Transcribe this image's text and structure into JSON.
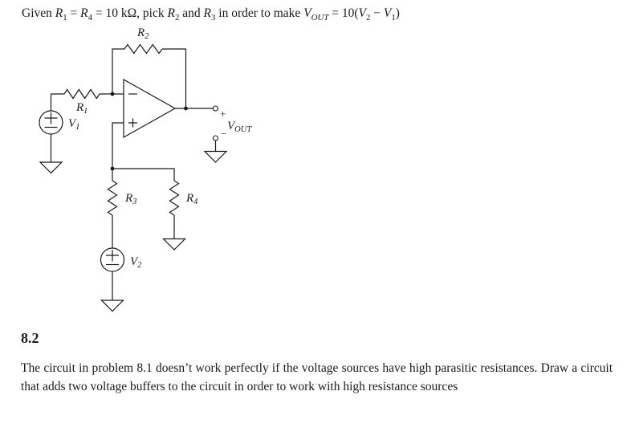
{
  "page": {
    "background": "#ffffff",
    "ink": "#1a1a1a"
  },
  "problem": {
    "prompt": [
      {
        "t": "Given "
      },
      {
        "t": "R",
        "i": true
      },
      {
        "t": "1",
        "sub": true
      },
      {
        "t": " = "
      },
      {
        "t": "R",
        "i": true
      },
      {
        "t": "4",
        "sub": true
      },
      {
        "t": " = 10 kΩ, pick "
      },
      {
        "t": "R",
        "i": true
      },
      {
        "t": "2",
        "sub": true
      },
      {
        "t": " and "
      },
      {
        "t": "R",
        "i": true
      },
      {
        "t": "3",
        "sub": true
      },
      {
        "t": " in order to make "
      },
      {
        "t": "V",
        "i": true
      },
      {
        "t": "OUT",
        "sub": true,
        "i": true
      },
      {
        "t": " = 10("
      },
      {
        "t": "V",
        "i": true
      },
      {
        "t": "2",
        "sub": true
      },
      {
        "t": " − "
      },
      {
        "t": "V",
        "i": true
      },
      {
        "t": "1",
        "sub": true
      },
      {
        "t": ")"
      }
    ]
  },
  "circuit": {
    "resistors": {
      "r1": {
        "base": "R",
        "sub": "1"
      },
      "r2": {
        "base": "R",
        "sub": "2"
      },
      "r3": {
        "base": "R",
        "sub": "3"
      },
      "r4": {
        "base": "R",
        "sub": "4"
      }
    },
    "sources": {
      "v1": {
        "base": "V",
        "sub": "1"
      },
      "v2": {
        "base": "V",
        "sub": "2"
      }
    },
    "output": {
      "label": {
        "base": "V",
        "sub": "OUT"
      },
      "plus": "+",
      "minus": "−"
    }
  },
  "section": {
    "heading": "8.2",
    "body": "The circuit in problem 8.1 doesn’t work perfectly if the voltage sources have high parasitic resistances. Draw a circuit that adds two voltage buffers to the circuit in order to work with high resistance sources"
  }
}
